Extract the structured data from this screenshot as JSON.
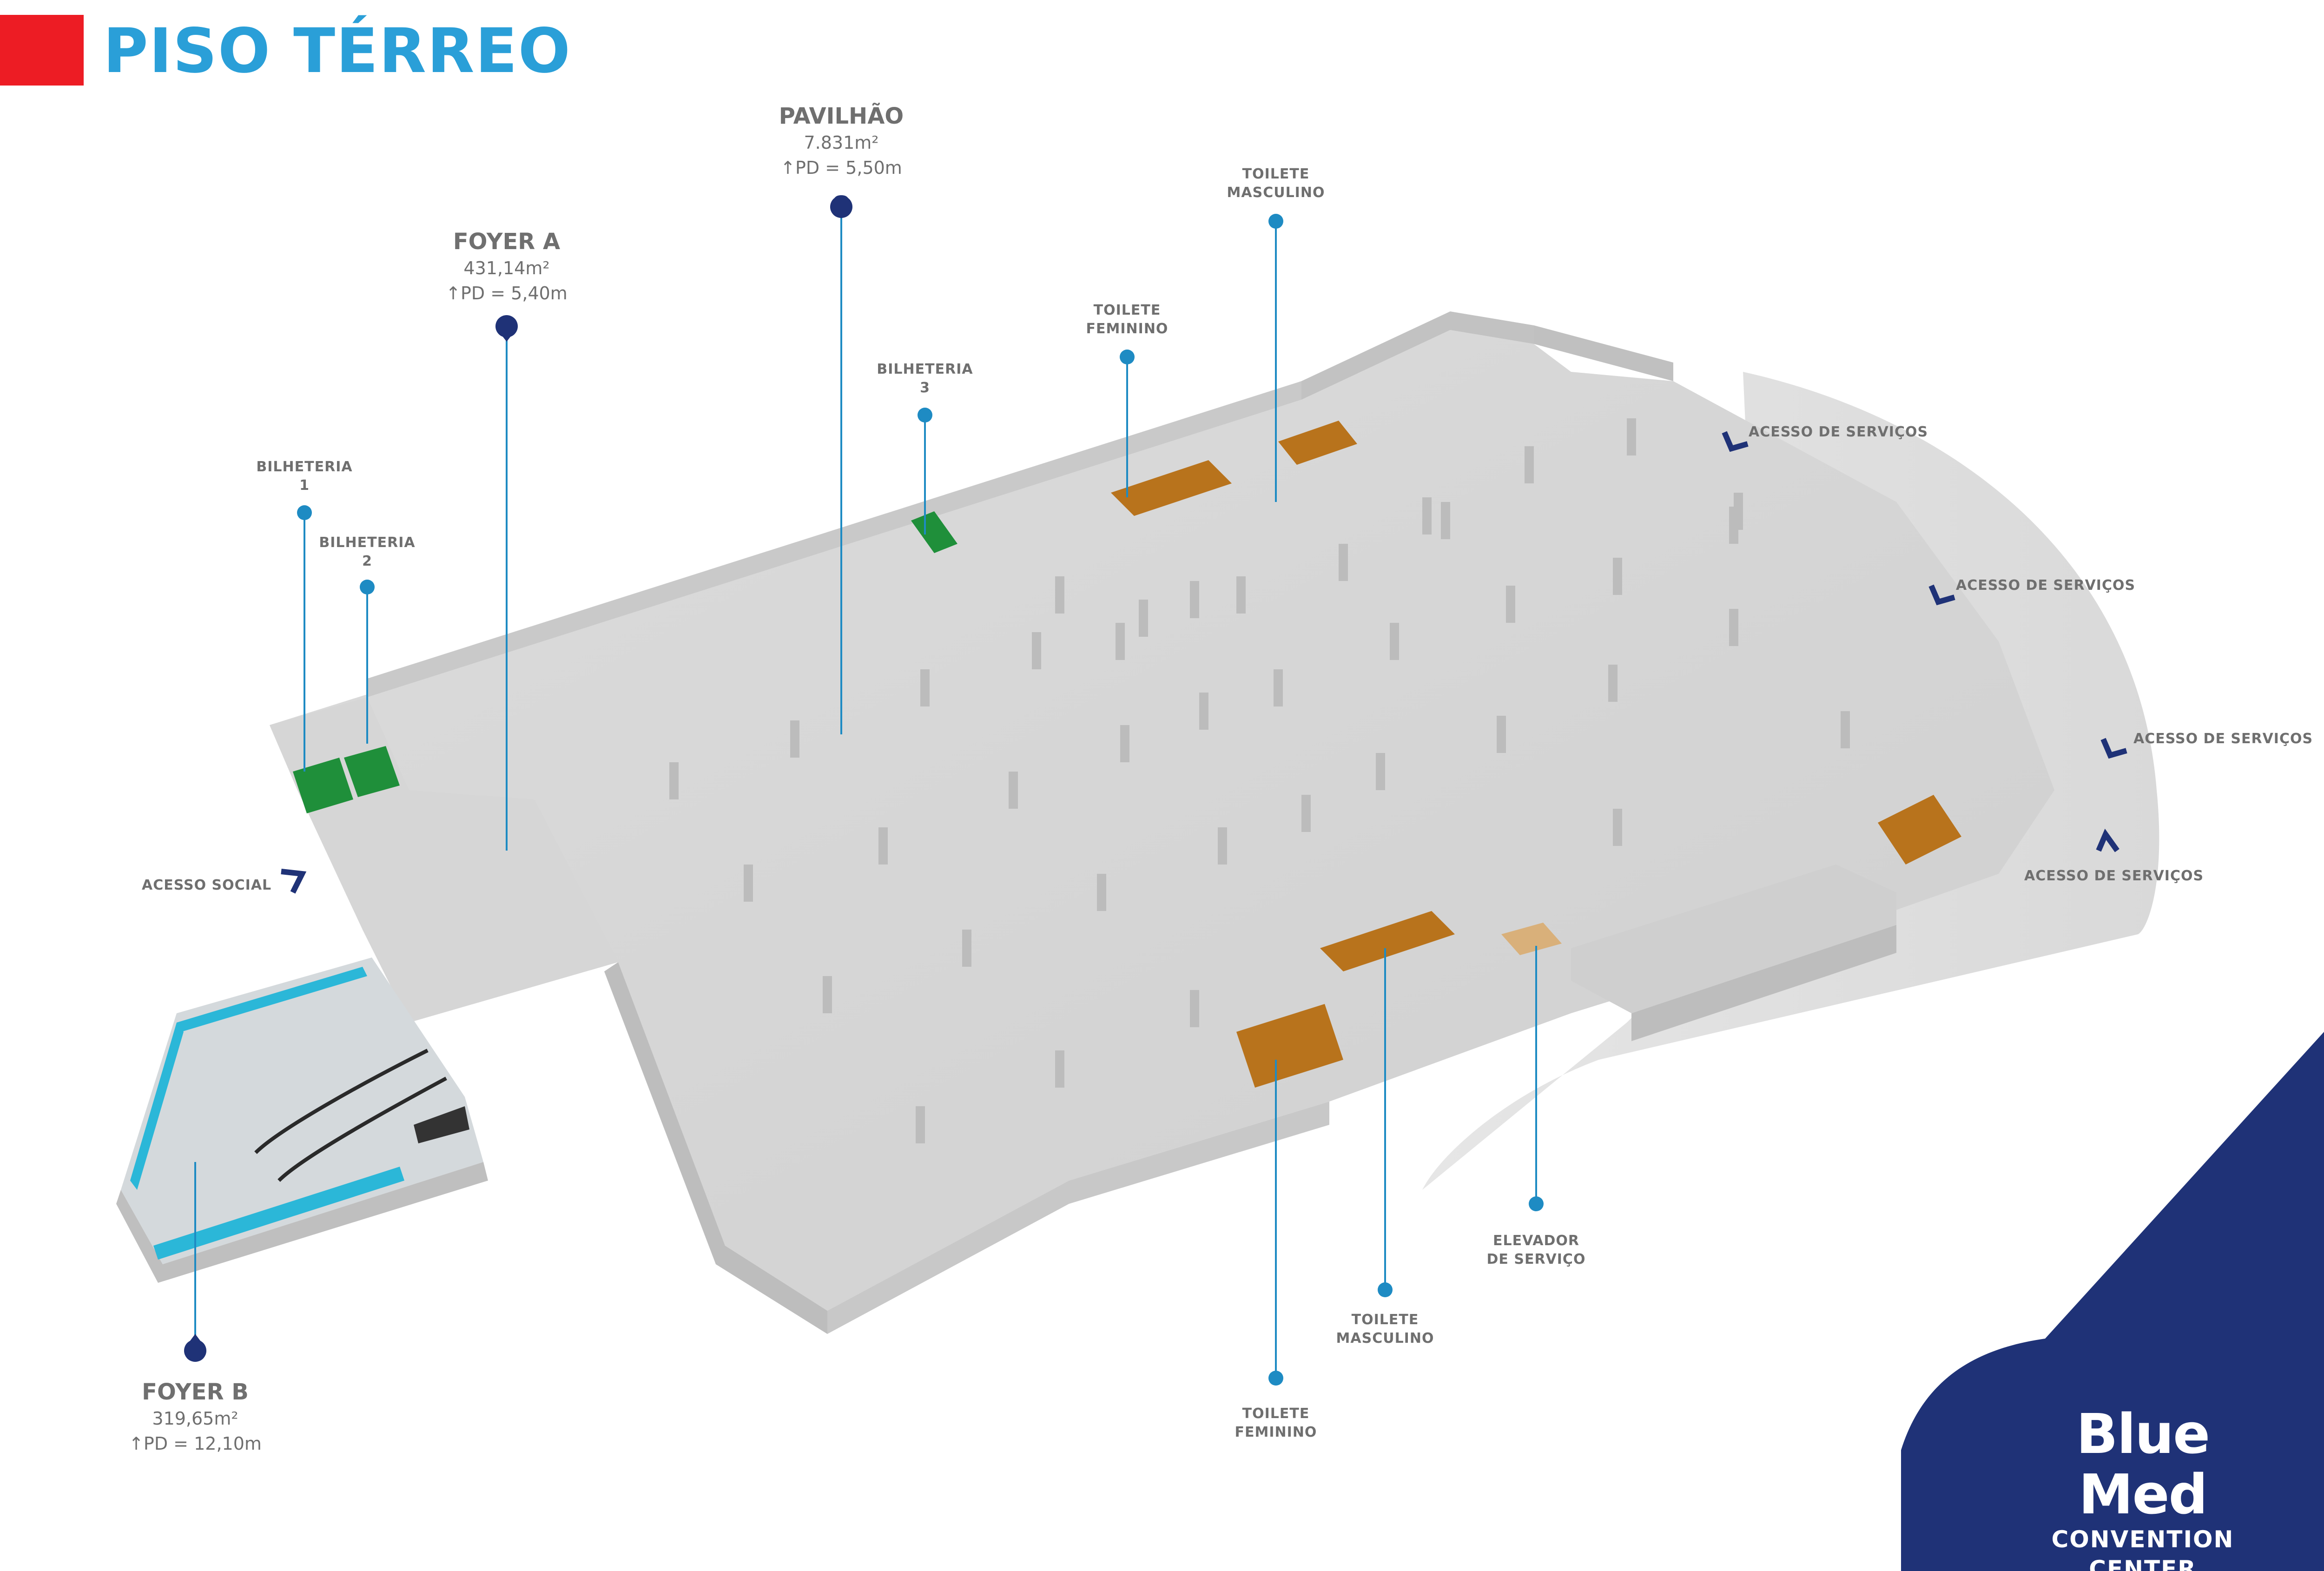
{
  "page": {
    "title": "PISO TÉRREO"
  },
  "colors": {
    "accent_red": "#ed1c24",
    "title_blue": "#2a9fd8",
    "navy": "#1f3277",
    "marker_blue": "#1e8bc3",
    "label_gray": "#6f6f6f",
    "floor": "#d8d8d8",
    "wall": "#c4c4c4",
    "ticket_green": "#1f8f3a",
    "restroom_orange": "#b8731c",
    "glass_cyan": "#2bb7d8"
  },
  "rooms": {
    "pavilhao": {
      "name": "PAVILHÃO",
      "area": "7.831m²",
      "height": "↑PD = 5,50m"
    },
    "foyer_a": {
      "name": "FOYER A",
      "area": "431,14m²",
      "height": "↑PD = 5,40m"
    },
    "foyer_b": {
      "name": "FOYER B",
      "area": "319,65m²",
      "height": "↑PD = 12,10m"
    }
  },
  "points": {
    "bilheteria_1": {
      "line1": "BILHETERIA",
      "line2": "1"
    },
    "bilheteria_2": {
      "line1": "BILHETERIA",
      "line2": "2"
    },
    "bilheteria_3": {
      "line1": "BILHETERIA",
      "line2": "3"
    },
    "toilete_feminino_top": {
      "line1": "TOILETE",
      "line2": "FEMININO"
    },
    "toilete_masculino_top": {
      "line1": "TOILETE",
      "line2": "MASCULINO"
    },
    "toilete_masculino_bottom": {
      "line1": "TOILETE",
      "line2": "MASCULINO"
    },
    "toilete_feminino_bottom": {
      "line1": "TOILETE",
      "line2": "FEMININO"
    },
    "elevador_servico": {
      "line1": "ELEVADOR",
      "line2": "DE SERVIÇO"
    }
  },
  "accesses": {
    "social": "ACESSO SOCIAL",
    "servicos_1": "ACESSO DE SERVIÇOS",
    "servicos_2": "ACESSO DE SERVIÇOS",
    "servicos_3": "ACESSO DE SERVIÇOS",
    "servicos_4": "ACESSO DE SERVIÇOS"
  },
  "brand": {
    "name": "Blue Med",
    "subtitle": "CONVENTION CENTER"
  },
  "icons": [
    "map-pin-icon",
    "access-chevron-icon",
    "escalator-icon"
  ]
}
